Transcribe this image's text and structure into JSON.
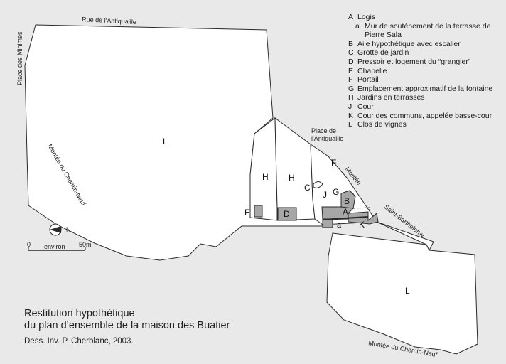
{
  "streets": {
    "antiquaille_rue": "Rue de l'Antiquaille",
    "minimes": "Place des Minimes",
    "chemin_neuf_left": "Montée du Chemin-Neuf",
    "place_antiquaille_1": "Place de",
    "place_antiquaille_2": "l'Antiquaille",
    "montee": "Montée",
    "saint_barthelemy": "Saint-Barthélemy",
    "chemin_neuf_bottom": "Montée du Chemin-Neuf"
  },
  "zones": {
    "L_top": "L",
    "L_bottom": "L",
    "H1": "H",
    "H2": "H",
    "C": "C",
    "J": "J",
    "G": "G",
    "B": "B",
    "A": "A",
    "F": "F",
    "E": "E",
    "D": "D",
    "a": "a",
    "K": "K"
  },
  "scale": {
    "north": "N",
    "zero": "0",
    "unit_label": "environ",
    "max": "50m"
  },
  "legend": [
    {
      "key": "A",
      "text": "Logis"
    },
    {
      "key": "a",
      "text": "Mur de soutènement de la terrasse de Pierre Sala",
      "sub": true
    },
    {
      "key": "B",
      "text": "Aile hypothétique avec escalier"
    },
    {
      "key": "C",
      "text": "Grotte de jardin"
    },
    {
      "key": "D",
      "text": "Pressoir et logement du “grangier”"
    },
    {
      "key": "E",
      "text": "Chapelle"
    },
    {
      "key": "F",
      "text": "Portail"
    },
    {
      "key": "G",
      "text": "Emplacement approximatif de la fontaine"
    },
    {
      "key": "H",
      "text": "Jardins en terrasses"
    },
    {
      "key": "J",
      "text": "Cour"
    },
    {
      "key": "K",
      "text": "Cour des communs, appelée basse-cour"
    },
    {
      "key": "L",
      "text": "Clos de vignes"
    }
  ],
  "caption": {
    "line1": "Restitution hypothétique",
    "line2": "du plan d’ensemble de la maison des Buatier",
    "credit": "Dess. Inv. P. Cherblanc, 2003."
  },
  "colors": {
    "background": "#e9e9ea",
    "parcel_fill": "#ffffff",
    "building_fill": "#a7a7a7",
    "line": "#2a2a2a"
  }
}
